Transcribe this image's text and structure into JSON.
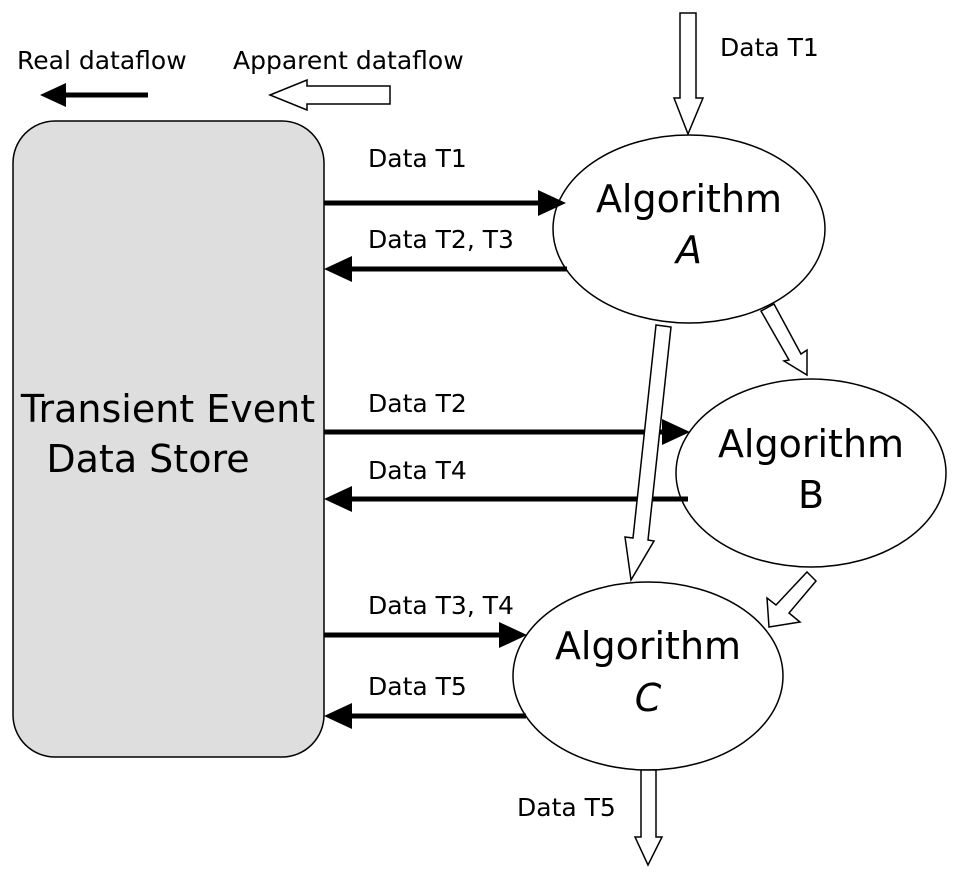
{
  "legend": {
    "real_label": "Real dataflow",
    "apparent_label": "Apparent dataflow"
  },
  "store": {
    "line1": "Transient Event",
    "line2": "Data Store",
    "fill": "#dedede"
  },
  "algorithms": {
    "a": {
      "line1": "Algorithm",
      "line2": "A"
    },
    "b": {
      "line1": "Algorithm",
      "line2": "B"
    },
    "c": {
      "line1": "Algorithm",
      "line2": "C"
    }
  },
  "flows": {
    "input_a": "Data T1",
    "store_to_a": "Data T1",
    "a_to_store": "Data T2, T3",
    "store_to_b": "Data T2",
    "b_to_store": "Data T4",
    "store_to_c": "Data T3, T4",
    "c_to_store": "Data T5",
    "output_c": "Data T5"
  },
  "colors": {
    "stroke": "#000000",
    "background": "#ffffff"
  }
}
